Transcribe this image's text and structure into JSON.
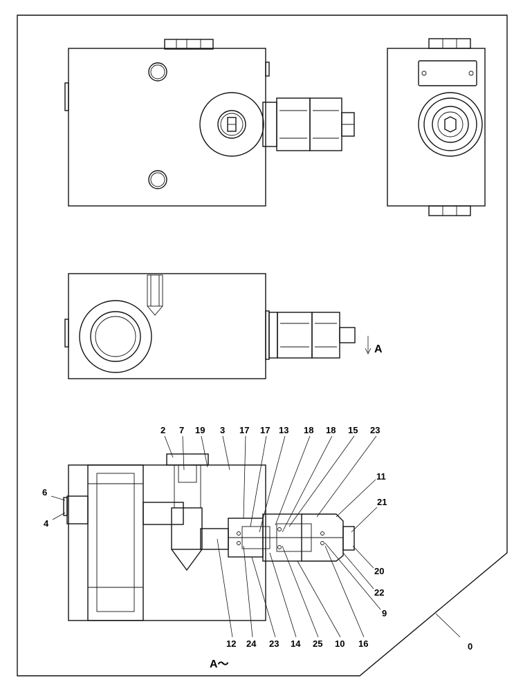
{
  "drawing": {
    "part_labels_top": [
      "2",
      "7",
      "19",
      "3",
      "17",
      "17",
      "13",
      "18",
      "18",
      "15",
      "23"
    ],
    "part_labels_right": [
      "11",
      "21",
      "20",
      "22",
      "9"
    ],
    "part_labels_left": [
      "6",
      "4"
    ],
    "part_labels_bottom": [
      "12",
      "24",
      "23",
      "14",
      "25",
      "10",
      "16"
    ],
    "assembly_label": "0",
    "section_marker": "A",
    "section_title": "A～"
  }
}
